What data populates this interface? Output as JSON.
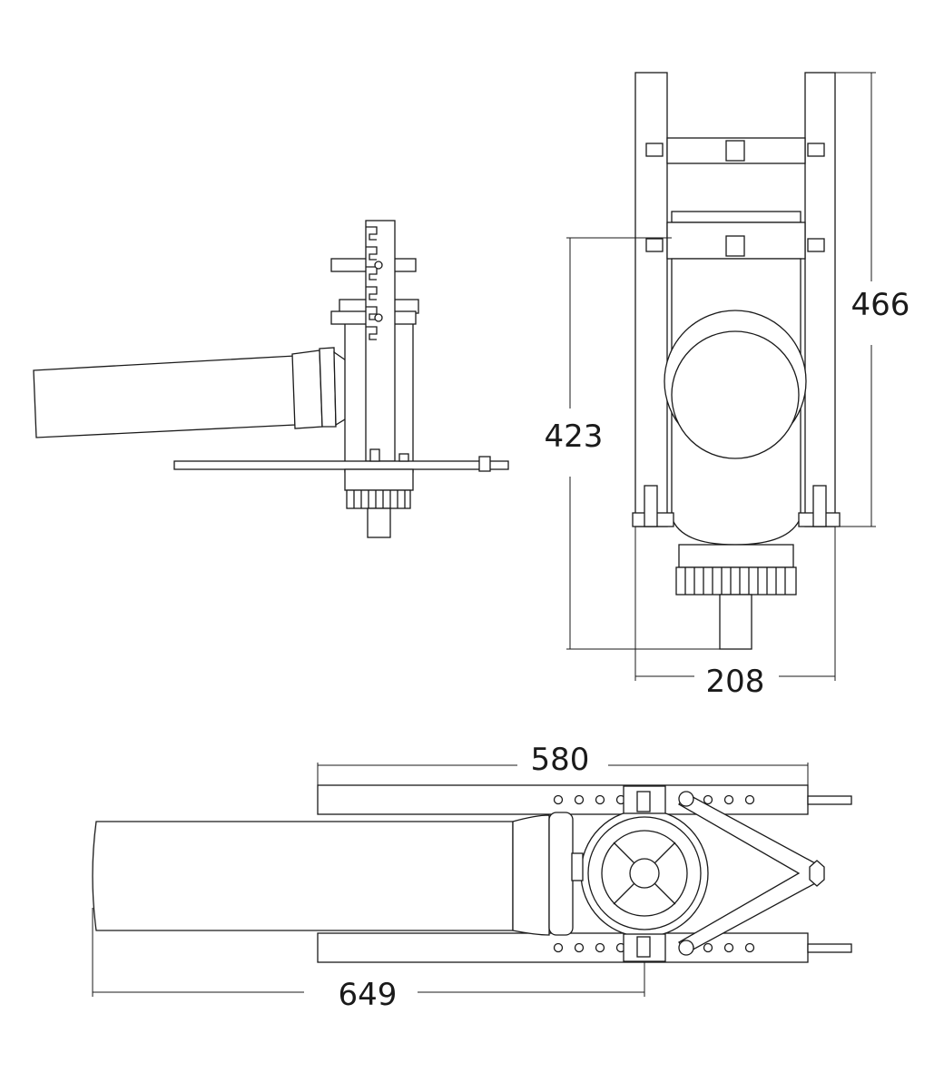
{
  "drawing": {
    "dimensions": {
      "front_height_total": "466",
      "front_height_outlet": "423",
      "front_width": "208",
      "top_frame_length": "580",
      "top_total_length": "649"
    },
    "line_color": "#1a1a1a",
    "background_color": "#ffffff"
  }
}
